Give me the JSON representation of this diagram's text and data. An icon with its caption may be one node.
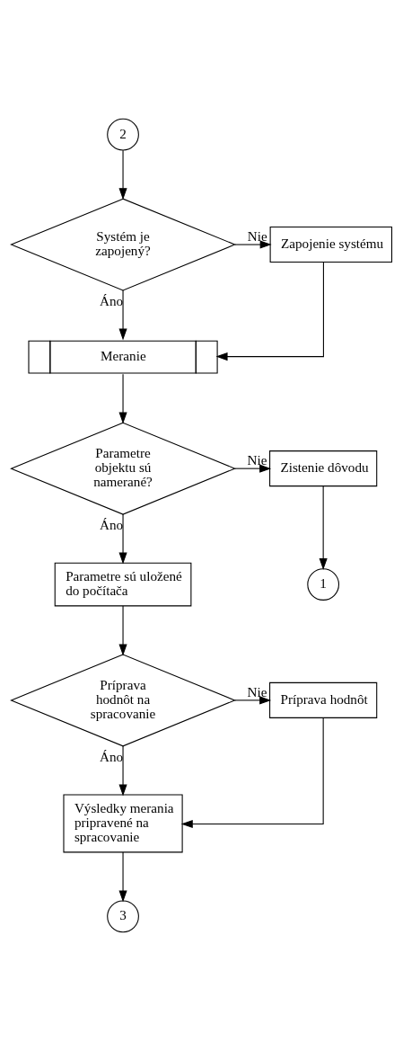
{
  "diagram": {
    "nodes": [
      {
        "text": [
          "2"
        ]
      },
      {
        "text": [
          "Systém je zapojený?"
        ]
      },
      {
        "text": [
          "Zapojenie systému"
        ]
      },
      {
        "text": [
          "Meranie"
        ]
      },
      {
        "text": [
          "Parametre objektu sú namerané?"
        ]
      },
      {
        "text": [
          "Zistenie dôvodu"
        ]
      },
      {
        "text": [
          "1"
        ]
      },
      {
        "text": [
          "Parametre sú uložené do počítača"
        ]
      },
      {
        "text": [
          "Príprava hodnôt na spracovanie"
        ]
      },
      {
        "text": [
          "Príprava hodnôt"
        ]
      },
      {
        "text": [
          "Výsledky merania pripravené na spracovanie"
        ]
      },
      {
        "text": [
          "3"
        ]
      }
    ],
    "edges": [
      {
        "from": 0,
        "to": 1,
        "arrow": "to"
      },
      {
        "from": 1,
        "to": 2,
        "arrow": "to",
        "label": "Nie"
      },
      {
        "from": 2,
        "to": 3,
        "arrow": "to"
      },
      {
        "from": 1,
        "to": 3,
        "arrow": "to",
        "label": "Áno"
      },
      {
        "from": 3,
        "to": 4,
        "arrow": "to"
      },
      {
        "from": 4,
        "to": 5,
        "arrow": "to",
        "label": "Nie"
      },
      {
        "from": 5,
        "to": 6,
        "arrow": "to"
      },
      {
        "from": 4,
        "to": 7,
        "arrow": "to",
        "label": "Áno"
      },
      {
        "from": 7,
        "to": 8,
        "arrow": "to"
      },
      {
        "from": 8,
        "to": 9,
        "arrow": "to",
        "label": "Nie"
      },
      {
        "from": 9,
        "to": 10,
        "arrow": "to"
      },
      {
        "from": 8,
        "to": 10,
        "arrow": "to",
        "label": "Áno"
      },
      {
        "from": 10,
        "to": 11,
        "arrow": "to"
      }
    ]
  }
}
